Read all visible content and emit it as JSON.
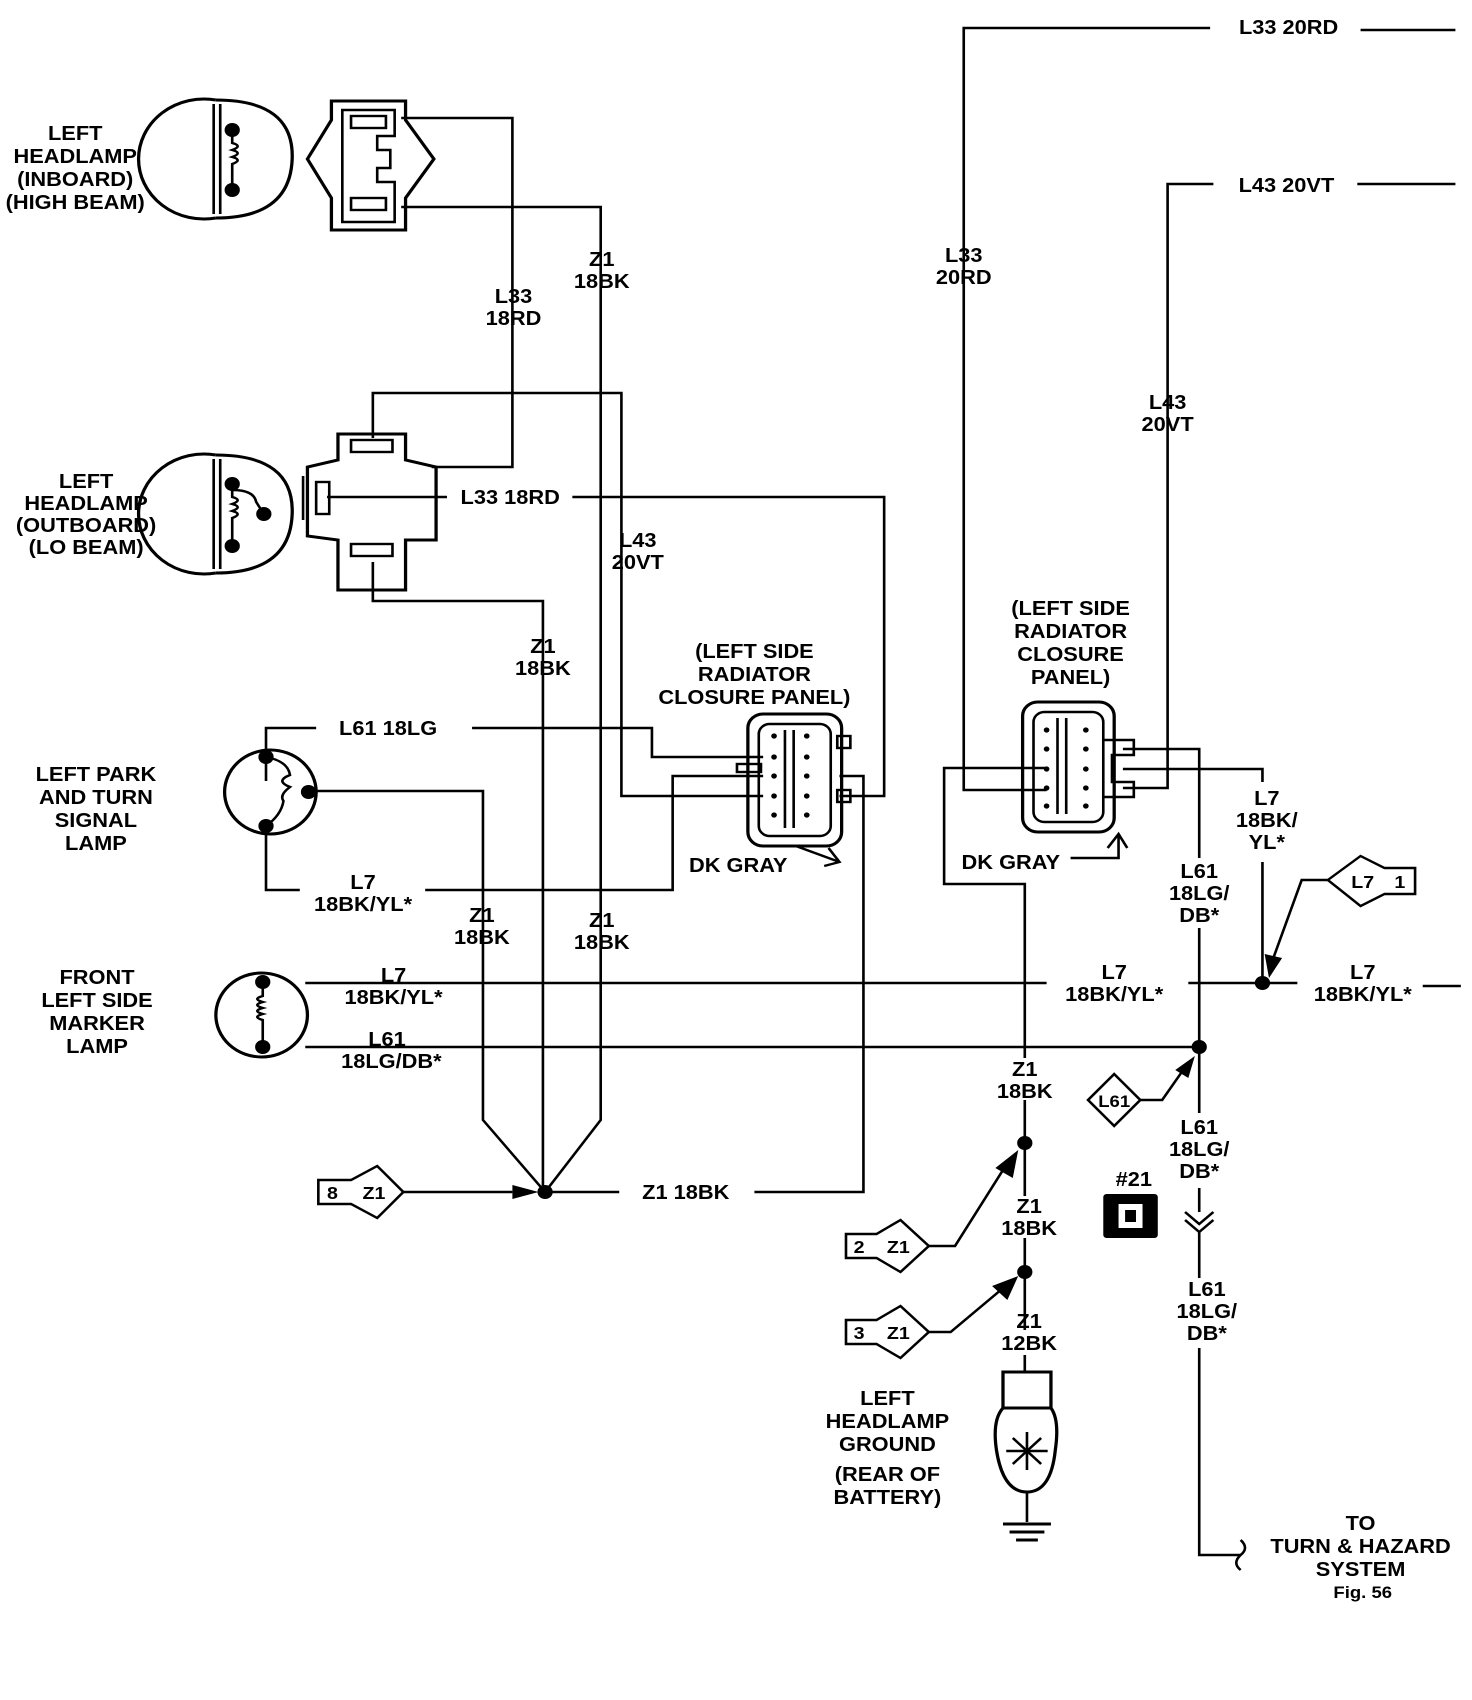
{
  "components": {
    "hl_inboard": [
      "LEFT",
      "HEADLAMP",
      "(INBOARD)",
      "(HIGH BEAM)"
    ],
    "hl_outboard": [
      "LEFT",
      "HEADLAMP",
      "(OUTBOARD)",
      "(LO BEAM)"
    ],
    "park_turn": [
      "LEFT PARK",
      "AND TURN",
      "SIGNAL",
      "LAMP"
    ],
    "marker": [
      "FRONT",
      "LEFT SIDE",
      "MARKER",
      "LAMP"
    ],
    "panel_a": [
      "(LEFT SIDE",
      "RADIATOR",
      "CLOSURE PANEL)"
    ],
    "panel_b": [
      "(LEFT SIDE",
      "RADIATOR",
      "CLOSURE",
      "PANEL)"
    ],
    "ground": [
      "LEFT",
      "HEADLAMP",
      "GROUND",
      "(REAR OF",
      "BATTERY)"
    ],
    "turn_hazard": [
      "TO",
      "TURN & HAZARD",
      "SYSTEM"
    ]
  },
  "connector_color": "DK GRAY",
  "wires": {
    "l33_20rd": "L33 20RD",
    "l43_20vt": "L43 20VT",
    "l33_18rd": "L33 18RD",
    "l61_18lg": "L61 18LG",
    "z1_18bk": "Z1 18BK",
    "l33": "L33",
    "l43": "L43",
    "l61": "L61",
    "l7": "L7",
    "z1": "Z1",
    "g18rd": "18RD",
    "g18bk": "18BK",
    "g20rd": "20RD",
    "g20vt": "20VT",
    "g12bk": "12BK",
    "g18bkyl": "18BK/YL*",
    "g18lgdb": "18LG/DB*",
    "g18bk_split": "18BK/",
    "g_yl": "YL*",
    "g18lg_split": "18LG/",
    "g_db": "DB*"
  },
  "refs": {
    "z1_8_num": "8",
    "z1_8_code": "Z1",
    "z1_2_num": "2",
    "z1_2_code": "Z1",
    "z1_3_num": "3",
    "z1_3_code": "Z1",
    "l7_1_num": "1",
    "l7_1_code": "L7",
    "l61_code": "L61"
  },
  "splice_label": "#21",
  "figure": "Fig. 56"
}
